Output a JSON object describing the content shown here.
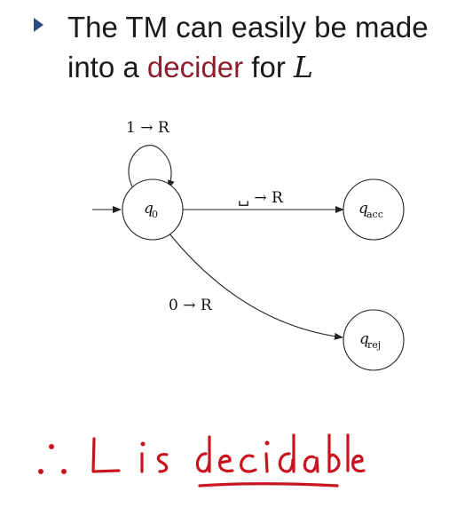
{
  "slide": {
    "bullet_line1_a": "The TM can easily be made",
    "bullet_line2_a": "into a ",
    "bullet_line2_accent": "decider",
    "bullet_line2_b": " for ",
    "bullet_line2_var": "L",
    "accent_color": "#8c1f2e",
    "bullet_color": "#2f4a7f"
  },
  "diagram": {
    "states": {
      "q0": {
        "name": "q",
        "sub": "0"
      },
      "accept": {
        "name": "q",
        "sub": "acc"
      },
      "reject": {
        "name": "q",
        "sub": "rej"
      }
    },
    "transitions": {
      "self_loop": "1 → R",
      "to_accept": "␣ → R",
      "to_reject": "0 → R"
    }
  },
  "annotation": {
    "handwritten_text": "∴ L is decidable",
    "ink_color": "#c8141e"
  }
}
